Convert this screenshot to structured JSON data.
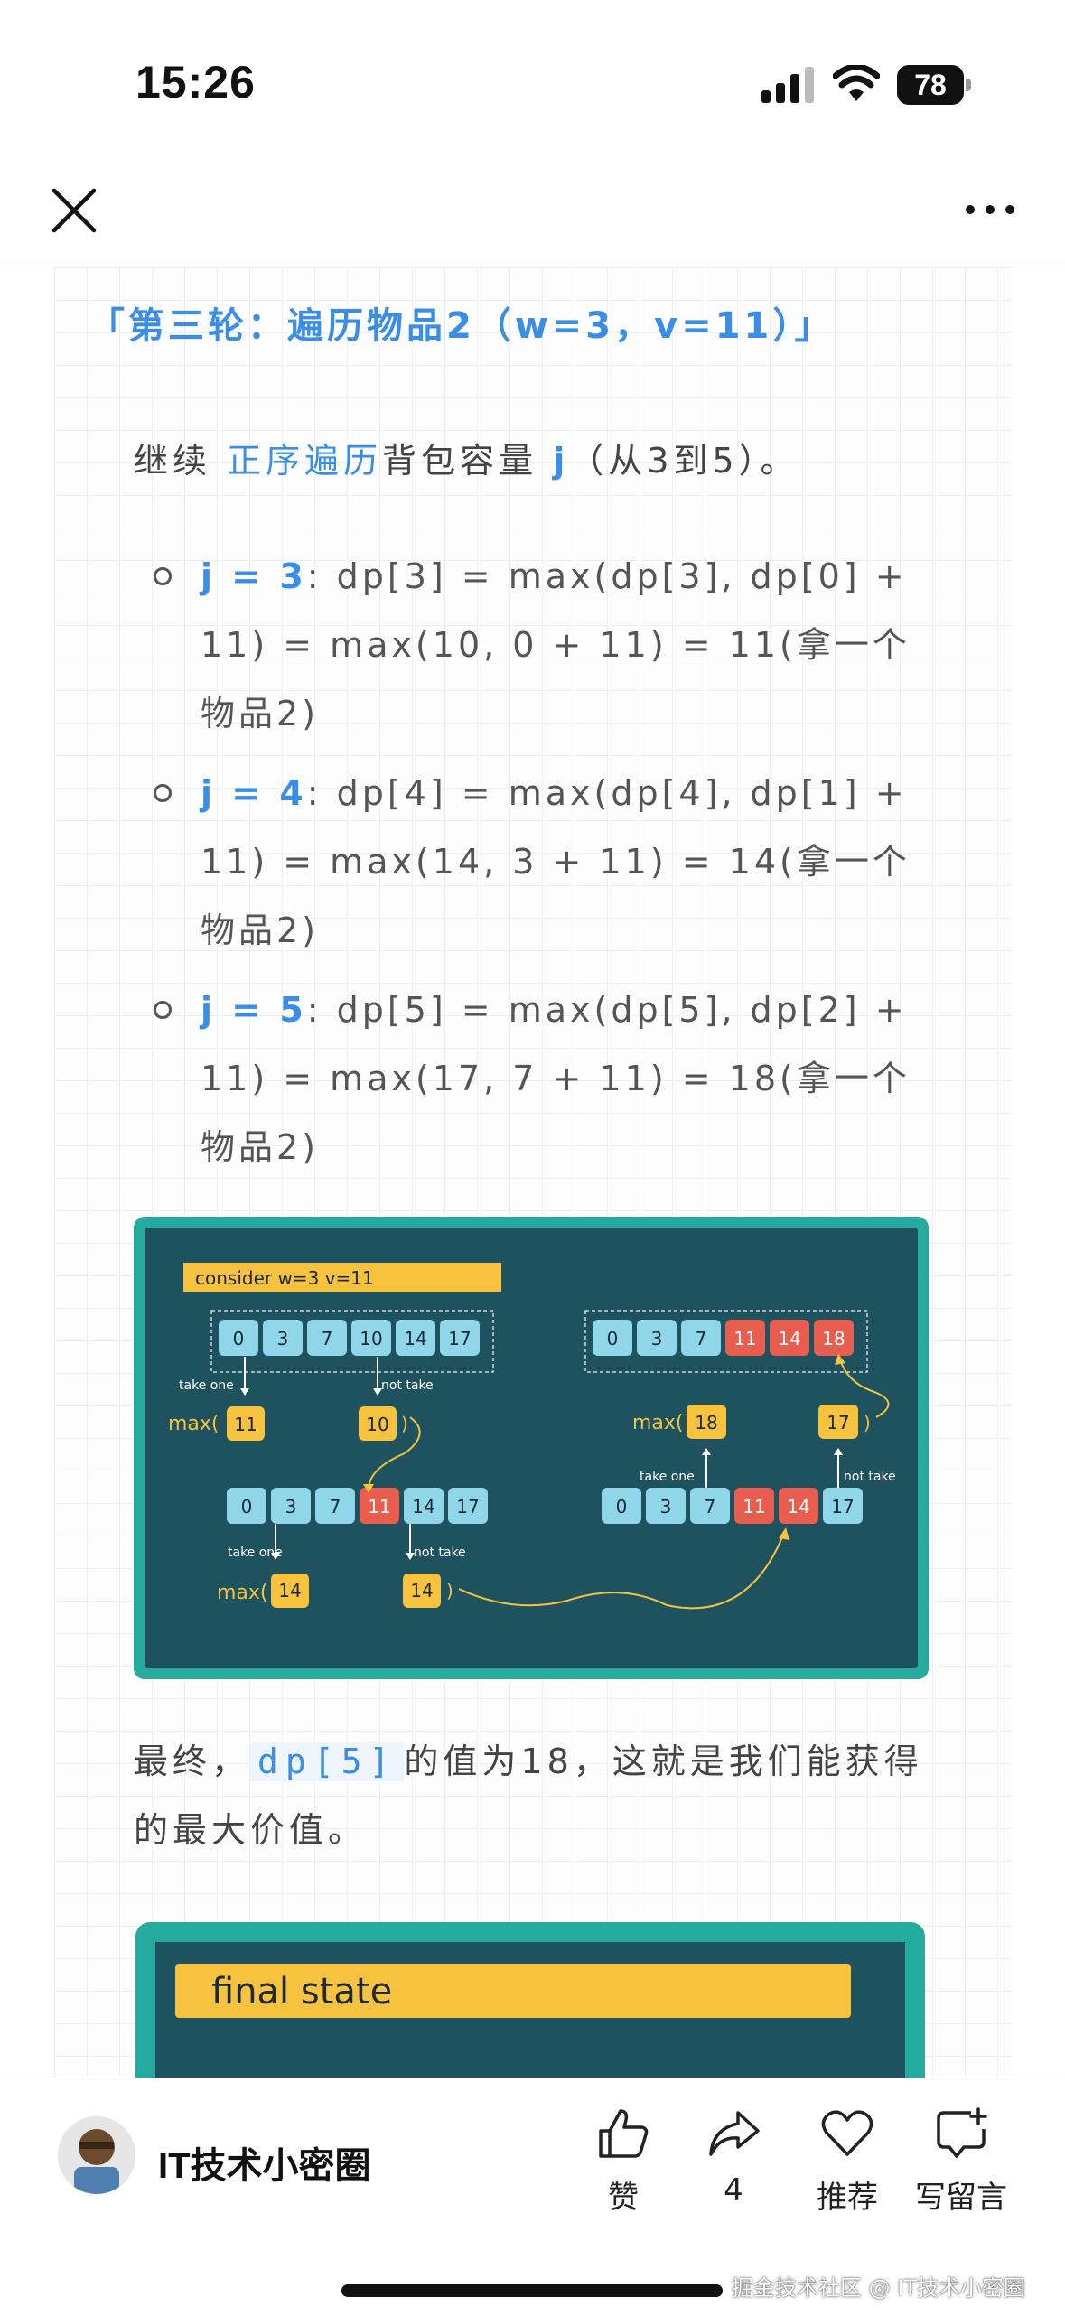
{
  "status_bar": {
    "time": "15:26",
    "battery": "78"
  },
  "article": {
    "heading": "「第三轮：遍历物品2（w=3，v=11）」",
    "intro": {
      "prefix": "继续 ",
      "highlight": "正序遍历",
      "middle": "背包容量 ",
      "var": "j",
      "suffix": "（从3到5）。"
    },
    "bullets": [
      {
        "label": "j = 3",
        "text": ": dp[3] = max(dp[3], dp[0] + 11) = max(10, 0 + 11) = 11(拿一个物品2)"
      },
      {
        "label": "j = 4",
        "text": ": dp[4] = max(dp[4], dp[1] + 11) = max(14, 3 + 11) = 14(拿一个物品2)"
      },
      {
        "label": "j = 5",
        "text": ": dp[5] = max(dp[5], dp[2] + 11) = max(17, 7 + 11) = 18(拿一个物品2)"
      }
    ],
    "conclusion": {
      "prefix": "最终，",
      "code": "dp[5]",
      "suffix": "的值为18，这就是我们能获得的最大价值。"
    }
  },
  "diagram": {
    "title": "consider w=3 v=11",
    "top_left_row": [
      "0",
      "3",
      "7",
      "10",
      "14",
      "17"
    ],
    "top_right_row": [
      "0",
      "3",
      "7",
      "11",
      "14",
      "18"
    ],
    "mid_left_row": [
      "0",
      "3",
      "7",
      "11",
      "14",
      "17"
    ],
    "mid_right_row": [
      "0",
      "3",
      "7",
      "11",
      "14",
      "17"
    ],
    "take_one": "take one",
    "not_take": "not take",
    "max_label": "max(",
    "close_paren": ")",
    "values": {
      "a": "11",
      "b": "10",
      "c": "14",
      "d": "14",
      "e": "18",
      "f": "17"
    },
    "colors": {
      "cell": "#8ed6e8",
      "hot": "#e85d4e",
      "yellow": "#f7c23e",
      "bg": "#1e525f",
      "frame": "#25aaa0"
    }
  },
  "diagram2": {
    "banner": "final state"
  },
  "bottom_bar": {
    "author": "IT技术小密圈",
    "actions": [
      {
        "name": "like",
        "label": "赞"
      },
      {
        "name": "share",
        "label": "4"
      },
      {
        "name": "recommend",
        "label": "推荐"
      },
      {
        "name": "comment",
        "label": "写留言"
      }
    ],
    "watermark": "掘金技术社区 @ IT技术小密圈"
  }
}
